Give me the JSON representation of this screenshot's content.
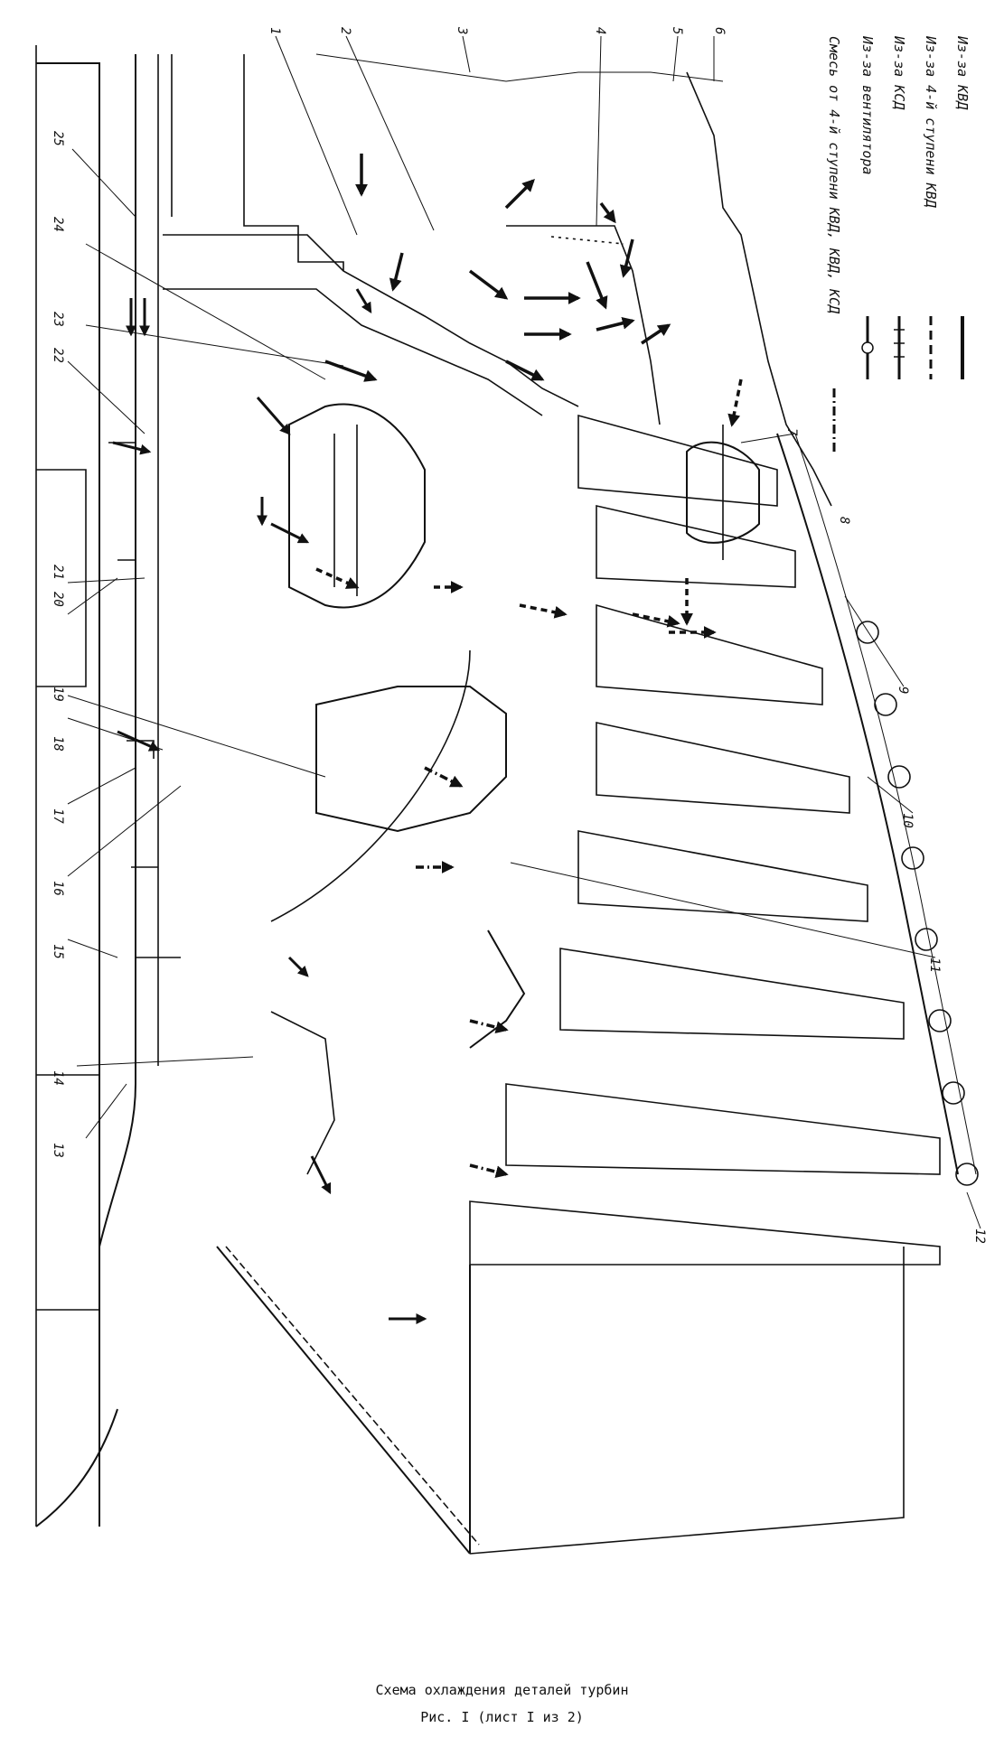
{
  "legend": {
    "items": [
      {
        "label": "Из-за КВД",
        "style": "solid"
      },
      {
        "label": "Из-за 4-й ступени КВД",
        "style": "dashed"
      },
      {
        "label": "Из-за КСД",
        "style": "crossed"
      },
      {
        "label": "Из-за вентилятора",
        "style": "ring"
      },
      {
        "label": "Смесь от 4-й ступени КВД, КВД, КСД",
        "style": "dashdot"
      }
    ]
  },
  "callouts": [
    "1",
    "2",
    "3",
    "4",
    "5",
    "6",
    "7",
    "8",
    "9",
    "10",
    "11",
    "12",
    "13",
    "14",
    "15",
    "16",
    "17",
    "18",
    "19",
    "20",
    "21",
    "22",
    "23",
    "24",
    "25"
  ],
  "caption": {
    "title": "Схема охлаждения деталей турбин",
    "subtitle": "Рис. I (лист I из 2)"
  },
  "colors": {
    "ink": "#111111",
    "paper": "#ffffff"
  }
}
